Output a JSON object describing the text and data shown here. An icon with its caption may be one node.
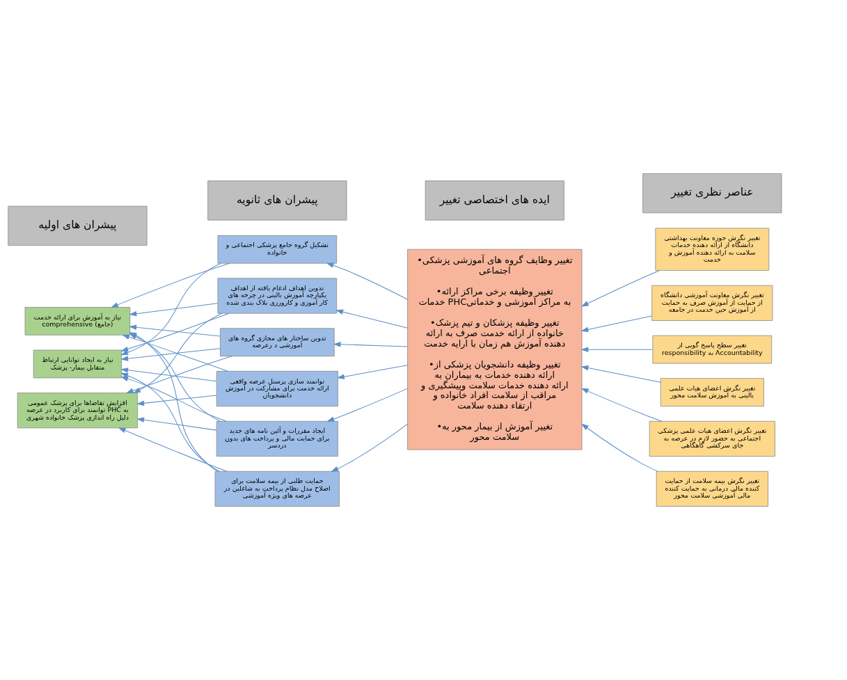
{
  "diagram": {
    "nodes": [
      {
        "text": [
          "عناصر نظری تغییر"
        ]
      },
      {
        "text": [
          "ایده های اختصاصی تغییر"
        ]
      },
      {
        "text": [
          "پیشران های ثانویه"
        ]
      },
      {
        "text": [
          "پیشران های اولیه"
        ]
      },
      {
        "text": [
          "تغییر نگرش اعضای هیات علمی بالینی به آموزش سلامت محور"
        ]
      },
      {
        "text": [
          "تغییر نگرش اعضای هیات علمی پزشکی اجتماعی به حضور لازم در عرصه به جای سرکشی گاهگاهی"
        ]
      },
      {
        "text": [
          "تغییر نگرش بیمه سلامت از حمایت کننده مالی درمانی به حمایت کننده مالی آموزشی سلامت محور"
        ]
      },
      {
        "text": [
          "تغییر نگرش حوزه معاونت بهداشتی دانشگاه از ارائه دهنده خدمات سلامت به ارائه دهنده آموزش و خدمت"
        ]
      },
      {
        "text": [
          "تغییر نگرش معاونت آموزشی دانشگاه از حمایت از آموزش صرف به حمایت از آموزش حین خدمت در جامعه"
        ]
      },
      {
        "text": [
          "تغییر سطح پاسخ گویی از responsibility به Accountability"
        ]
      },
      {
        "text": [
          "•تغییر وظایف گروه های آموزشی پزشکی اجتماعی",
          "•تغییر وظیفه برخی مراکز ارائه خدمات PHCبه مراکز آموزشی و خدماتی",
          "•تغییر وظیفه پزشکان و تیم پزشک خانواده از ارائه خدمت صرف به ارائه دهنده آموزش هم زمان با ارایه خدمت",
          "•تغییر وظیفه دانشجویان پزشکی از ارائه دهنده خدمات به بیماران به ارائه دهنده خدمات سلامت وپیشگیری و مراقب از سلامت افراد خانواده و ارتقاء دهنده سلامت",
          "•تغییر آموزش از بیمار محور به سلامت محور"
        ]
      },
      {
        "text": [
          "تشکیل گروه جامع پزشکی اجتماعی و خانواده"
        ]
      },
      {
        "text": [
          "تدوین اهداف ادغام یافته از اهداف یکپارچه آموزش بالینی در چرخه های کار آموزی و کارورزی بلاک بندی شده"
        ]
      },
      {
        "text": [
          "تدوین ساختار های مجازی گروه های آموزشی د رعرصه"
        ]
      },
      {
        "text": [
          "توانمند سازی پرسنل عرصه واقعی ارائه خدمت برای مشارکت در آموزش دانشجویان"
        ]
      },
      {
        "text": [
          "ایجاد مقررات و آئین نامه های جدید برای حمایت مالی و پرداخت های بدون دردسر"
        ]
      },
      {
        "text": [
          "حمایت طلبی از بیمه سلامت برای اصلاح مدل نظام پرداخت به شاغلین در عرصه های ویژه آموزشی"
        ]
      },
      {
        "text": [
          "نیاز به آموزش برای ارائه خدمت comprehensive (جامع)"
        ]
      },
      {
        "text": [
          "نیاز به ایجاد توانایی ارتباط متقابل بیمار- پزشک"
        ]
      },
      {
        "text": [
          "افزایش تقاضاها برای پزشک عمومی توانمند برای کاربرد در عرصه PHC به دلیل راه اندازی پزشک خانواده شهری"
        ]
      }
    ],
    "edges": [
      {
        "from": 4,
        "to": 10,
        "arrow": "to"
      },
      {
        "from": 5,
        "to": 10,
        "arrow": "to"
      },
      {
        "from": 6,
        "to": 10,
        "arrow": "to"
      },
      {
        "from": 7,
        "to": 10,
        "arrow": "to"
      },
      {
        "from": 8,
        "to": 10,
        "arrow": "to"
      },
      {
        "from": 9,
        "to": 10,
        "arrow": "to"
      },
      {
        "from": 10,
        "to": 11,
        "arrow": "to"
      },
      {
        "from": 10,
        "to": 12,
        "arrow": "to"
      },
      {
        "from": 10,
        "to": 13,
        "arrow": "to"
      },
      {
        "from": 10,
        "to": 14,
        "arrow": "to"
      },
      {
        "from": 10,
        "to": 15,
        "arrow": "to"
      },
      {
        "from": 10,
        "to": 16,
        "arrow": "to"
      },
      {
        "from": 11,
        "to": 17,
        "arrow": "to"
      },
      {
        "from": 11,
        "to": 18,
        "arrow": "to"
      },
      {
        "from": 12,
        "to": 17,
        "arrow": "to"
      },
      {
        "from": 12,
        "to": 18,
        "arrow": "to"
      },
      {
        "from": 12,
        "to": 19,
        "arrow": "to"
      },
      {
        "from": 13,
        "to": 17,
        "arrow": "to"
      },
      {
        "from": 13,
        "to": 18,
        "arrow": "to"
      },
      {
        "from": 13,
        "to": 19,
        "arrow": "to"
      },
      {
        "from": 14,
        "to": 17,
        "arrow": "to"
      },
      {
        "from": 14,
        "to": 18,
        "arrow": "to"
      },
      {
        "from": 14,
        "to": 19,
        "arrow": "to"
      },
      {
        "from": 15,
        "to": 17,
        "arrow": "to"
      },
      {
        "from": 15,
        "to": 18,
        "arrow": "to"
      },
      {
        "from": 15,
        "to": 19,
        "arrow": "to"
      },
      {
        "from": 16,
        "to": 17,
        "arrow": "to"
      },
      {
        "from": 16,
        "to": 18,
        "arrow": "to"
      },
      {
        "from": 16,
        "to": 19,
        "arrow": "to"
      }
    ]
  }
}
